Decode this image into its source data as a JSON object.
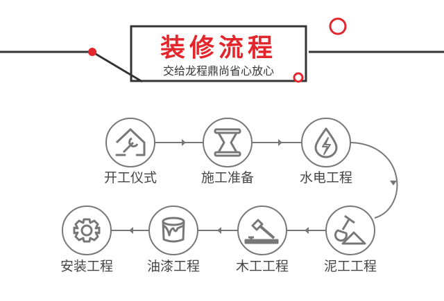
{
  "header": {
    "title": "装修流程",
    "subtitle": "交给龙程鼎尚省心放心"
  },
  "colors": {
    "accent": "#e3262b",
    "line": "#777777",
    "dark": "#333333"
  },
  "steps": [
    {
      "label": "开工仪式",
      "icon": "house-wrench-icon"
    },
    {
      "label": "施工准备",
      "icon": "hourglass-icon"
    },
    {
      "label": "水电工程",
      "icon": "water-electric-drop-icon"
    },
    {
      "label": "泥工工程",
      "icon": "trowel-icon"
    },
    {
      "label": "木工工程",
      "icon": "hammer-icon"
    },
    {
      "label": "油漆工程",
      "icon": "paint-bucket-icon"
    },
    {
      "label": "安装工程",
      "icon": "gear-icon"
    }
  ]
}
